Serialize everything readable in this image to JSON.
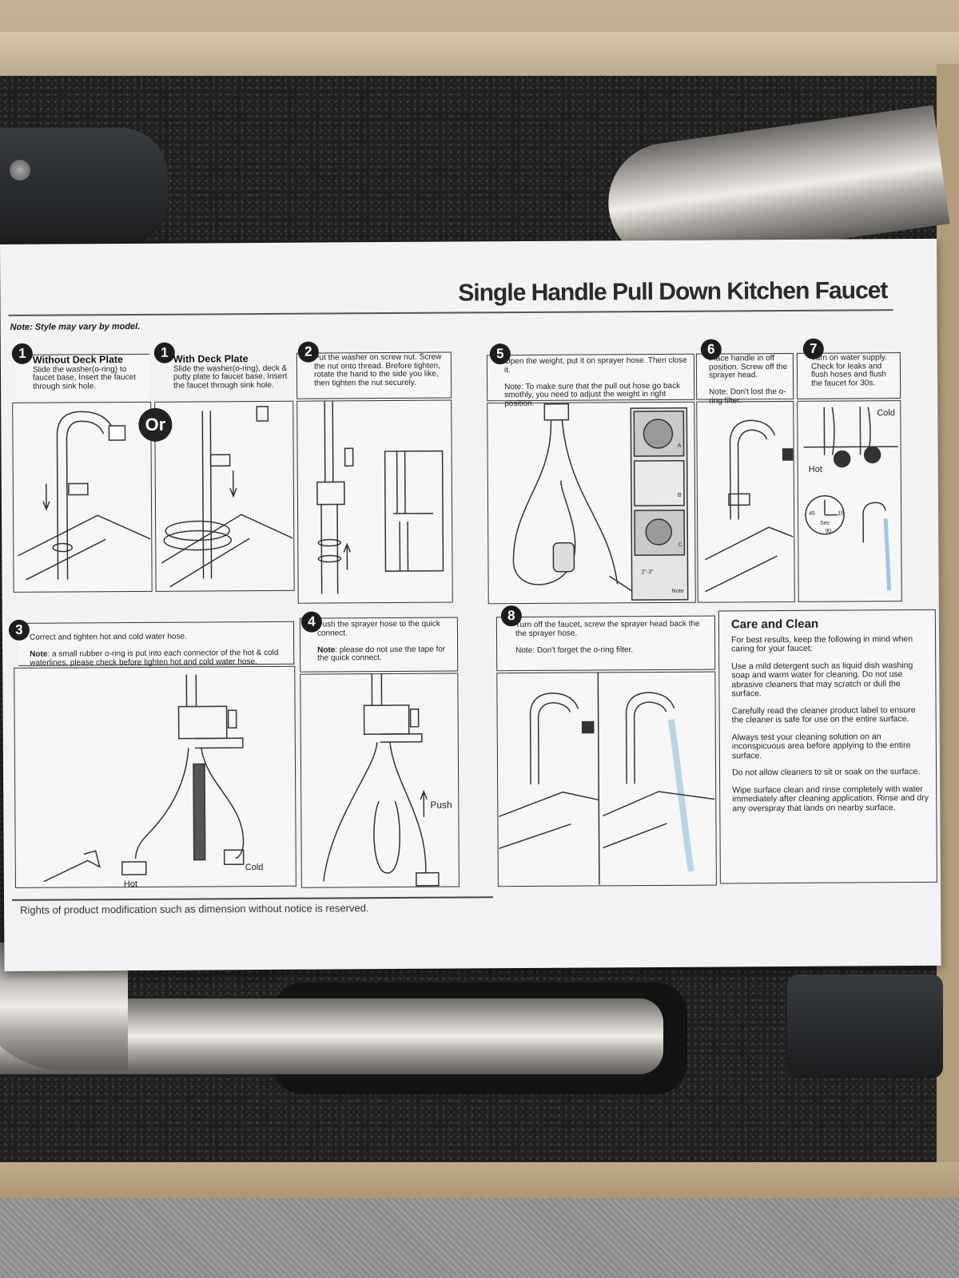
{
  "sheet": {
    "title": "Single Handle Pull Down Kitchen Faucet",
    "note": "Note: Style may vary by model.",
    "or_label": "Or",
    "footer": "Rights of product modification such as dimension without notice is reserved."
  },
  "steps": [
    {
      "number": "1",
      "heading": "Without Deck Plate",
      "text": "Slide the washer(o-ring) to faucet base, Insert the faucet through sink hole."
    },
    {
      "number": "1",
      "heading": "With Deck Plate",
      "text": "Slide the washer(o-ring), deck & putty plate to faucet base, Insert the faucet through sink hole."
    },
    {
      "number": "2",
      "heading": "",
      "text": "Put the washer on screw nut. Screw the nut onto thread. Brefore tighten, rotate the hand to the side you like, then tighten the nut securely."
    },
    {
      "number": "5",
      "heading": "",
      "text": "Open the weight, put it on sprayer hose. Then close it.",
      "note": "Note: To make sure that the pull out hose go back smothly, you need to adjust the weight in right position."
    },
    {
      "number": "6",
      "heading": "",
      "text": "Place handle in off position. Screw off the sprayer head.",
      "note": "Note: Don't lost the o-ring filter."
    },
    {
      "number": "7",
      "heading": "",
      "text": "Turn on water supply. Check for leaks and flush hoses and flush the faucet for 30s."
    },
    {
      "number": "3",
      "heading": "",
      "text": "Correct and tighten hot and cold water hose.",
      "note_bold": "Note",
      "note": ": a small rubber o-ring is put into each connector of the hot & cold waterlines, please check before tighten hot and cold water hose."
    },
    {
      "number": "4",
      "heading": "",
      "text": "Push the sprayer hose to the quick connect.",
      "note_bold": "Note",
      "note": ": please do not use the tape for the quick connect."
    },
    {
      "number": "8",
      "heading": "",
      "text": "Turn off the faucet, screw the sprayer head back the the sprayer hose.",
      "note": "Note: Don't forget the o-ring filter."
    }
  ],
  "figure_labels": {
    "cold_7": "Cold",
    "hot_7": "Hot",
    "hot_3": "Hot",
    "cold_3": "Cold",
    "push_4": "Push",
    "weight_a": "A",
    "weight_b": "B",
    "weight_c": "C",
    "weight_dim": "2\"-3\"",
    "weight_note": "Note",
    "timer_45": "45",
    "timer_15": "15",
    "timer_30": "30",
    "timer_unit": "Sec"
  },
  "care": {
    "title": "Care and Clean",
    "intro": "For best results, keep the following in mind when caring for your faucet:",
    "items": [
      "Use a mild detergent such as liquid dish washing soap and warm water for cleaning. Do not use abrasive cleaners that may scratch or dull the surface.",
      "Carefully read the cleaner product label to ensure the cleaner is safe for use on the entire surface.",
      "Always test your cleaning solution on an inconspicuous area before applying to the entire surface.",
      "Do not allow cleaners to sit or soak on the surface.",
      "Wipe surface clean and rinse completely with water immediately after cleaning application. Rinse and dry any overspray that lands on nearby surface."
    ]
  }
}
